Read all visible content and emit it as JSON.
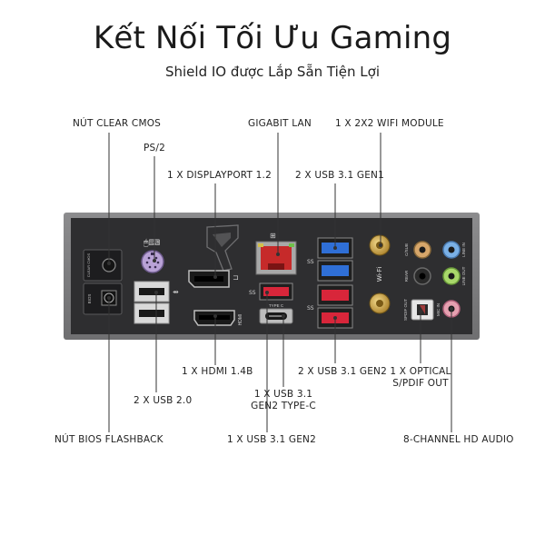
{
  "header": {
    "title": "Kết Nối Tối Ưu Gaming",
    "subtitle": "Shield IO được Lắp Sẵn Tiện Lợi"
  },
  "labels": {
    "clear_cmos": "NÚT CLEAR CMOS",
    "ps2": "PS/2",
    "displayport": "1 X DISPLAYPORT 1.2",
    "gigabit_lan": "GIGABIT LAN",
    "wifi": "1 X 2X2 WIFI MODULE",
    "usb31_gen1": "2 X USB 3.1 GEN1",
    "hdmi": "1 X HDMI 1.4B",
    "usb31_gen2_x2": "2 X USB 3.1 GEN2",
    "optical_line1": "1 X OPTICAL",
    "optical_line2": "S/PDIF OUT",
    "usb20": "2 X USB 2.0",
    "typec_line1": "1 X USB 3.1",
    "typec_line2": "GEN2 TYPE-C",
    "bios_flashback": "NÚT BIOS FLASHBACK",
    "usb31_gen2": "1 X USB 3.1 GEN2",
    "hd_audio": "8-CHANNEL HD AUDIO"
  },
  "panel_text": {
    "clear_cmos": "CLEAR CMOS",
    "bios": "BIOS",
    "hdmi": "HDMI",
    "type_c": "TYPE C",
    "wifi": "Wi-Fi",
    "spdif_out": "SPDIF OUT",
    "c_sub": "C/SUB",
    "rear": "REAR",
    "mic_in": "MIC IN",
    "line_in": "LINE IN",
    "line_out": "LINE OUT"
  },
  "colors": {
    "panel": "#3a3a3c",
    "usb3_blue": "#2f6fd6",
    "usb_red": "#d8263a",
    "lan_red": "#c62a2a",
    "gold": "#c8a046",
    "audio_gold": "#d6b24a"
  }
}
